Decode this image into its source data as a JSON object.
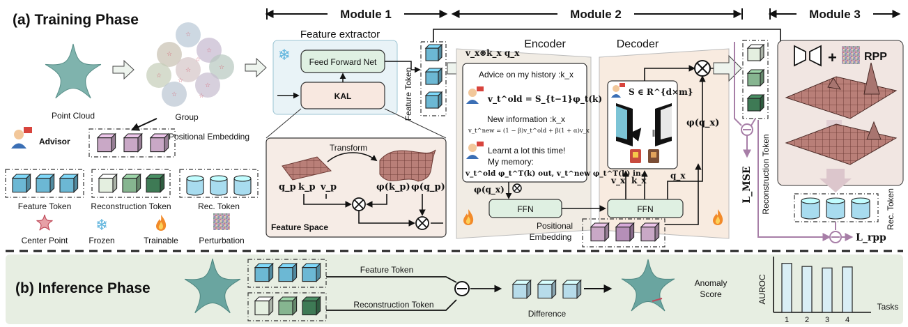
{
  "training": {
    "title": "(a) Training Phase",
    "modules": [
      "Module 1",
      "Module 2",
      "Module 3"
    ],
    "inputs": {
      "point_cloud": "Point Cloud",
      "group": "Group",
      "advisor": "Advisor",
      "positional_embedding": "Positional Embedding"
    },
    "legend": {
      "feature_token": "Feature Token",
      "reconstruction_token": "Reconstruction Token",
      "rec_token": "Rec. Token",
      "center_point": "Center Point",
      "frozen": "Frozen",
      "trainable": "Trainable",
      "perturbation": "Perturbation"
    },
    "module1": {
      "feature_extractor": "Feature extractor",
      "ffn": "Feed Forward Net",
      "kal": "KAL",
      "feature_token": "Feature Token",
      "transform": "Transform",
      "feature_space": "Feature Space",
      "q_p": "q_p",
      "k_p": "k_p",
      "v_p": "v_p",
      "phi_kp": "φ(k_p)",
      "phi_qp": "φ(q_p)"
    },
    "module2": {
      "encoder": "Encoder",
      "decoder": "Decoder",
      "top_formula": "v_x⊗k_x q_x",
      "advice": "Advice on my history :k_x",
      "formula_old": "v_t^old = S_{t−1}φ_t(k)",
      "new_info": "New information :k_x",
      "formula_new": "v_t^new = (1 − β)v_t^old + β(1 + α)v_x",
      "learnt": "Learnt a lot this time!",
      "memory": "My memory:",
      "memory_formula": "v_t^old φ_t^T(k) out,  v_t^new φ_t^T(k) in.",
      "phi_qx_enc": "φ(q_x)",
      "ffn": "FFN",
      "positional_embedding": "Positional Embedding",
      "memory_matrix": "S ∈ R^{d×m}",
      "phi_qx_dec": "φ(q_x)",
      "v_x": "v_x",
      "k_x": "k_x",
      "q_x": "q_x"
    },
    "module3": {
      "rpp": "RPP",
      "reconstruction_token": "Reconstruction Token",
      "rec_token": "Rec. Token",
      "l_mse": "L_MSE",
      "l_rpp": "L_rpp"
    }
  },
  "inference": {
    "title": "(b) Inference Phase",
    "feature_token": "Feature Token",
    "reconstruction_token": "Reconstruction Token",
    "difference": "Difference",
    "anomaly_score": "Anomaly Score"
  },
  "chart_data": {
    "type": "bar",
    "ylabel": "AUROC",
    "xlabel": "Tasks",
    "categories": [
      "1",
      "2",
      "3",
      "4"
    ],
    "values": [
      0.95,
      0.89,
      0.86,
      0.88
    ]
  },
  "colors": {
    "feature_token": "#6cb8d4",
    "reconstruction_token_1": "#e4efe0",
    "reconstruction_token_2": "#86b590",
    "reconstruction_token_3": "#3e7a55",
    "positional_embedding": "#c9a8c6",
    "rec_token": "#a8dcef",
    "starfish": "#6aa5a0",
    "frozen_panel": "#e9f3f7",
    "kal_panel": "#f8e8e0",
    "encoder_panel": "#f1ece4",
    "decoder_panel": "#f8ebe0",
    "module3_panel": "#f1e6e2",
    "inference_panel": "#e7eee2",
    "loss_line": "#a77ea7"
  },
  "icons": [
    "starfish-icon",
    "snowflake-icon",
    "flame-icon",
    "star-icon",
    "advisor-icon",
    "perturbation-icon",
    "multiply-icon",
    "subtract-icon",
    "book-icon"
  ]
}
